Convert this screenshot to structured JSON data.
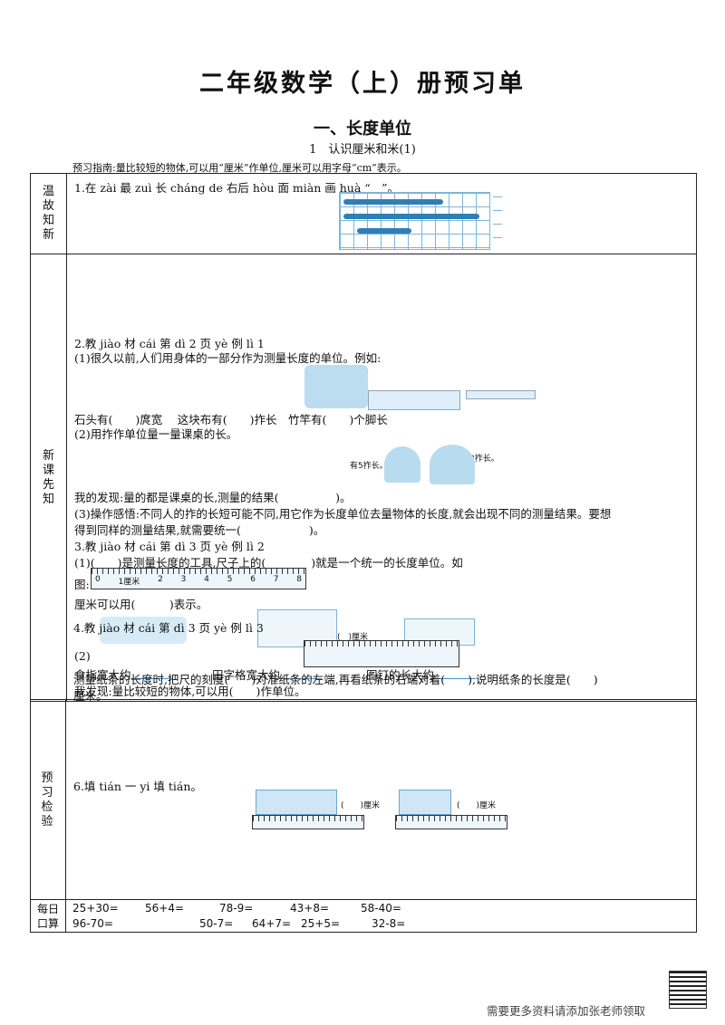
{
  "title": "二年级数学（上）册预习单",
  "unit": "一、长度单位",
  "lesson": "1　认识厘米和米(1)",
  "guide": "预习指南:量比较短的物体,可以用“厘米”作单位,厘米可以用字母“cm”表示。",
  "sections": {
    "review": {
      "label": "温故知新",
      "q1": "1.在 zài 最 zuì 长 cháng de 右后 hòu 面 miàn 画 huà “　”。"
    },
    "new": {
      "label": "新课先知",
      "q2": "2.教 jiào 材 cái 第 dì 2 页 yè 例 lì 1",
      "q2_1": "(1)很久以前,人们用身体的一部分作为测量长度的单位。例如:",
      "q2_1a": "石头有(　　)庹宽　 这块布有(　　)拃长　竹竿有(　　)个脚长",
      "q2_2": "(2)用拃作单位量一量课桌的长。",
      "q2_bubble1": "有5拃长。",
      "q2_bubble2": "有3拃长。",
      "q2_find": "我的发现:量的都是课桌的长,测量的结果(　　　　　)。",
      "q2_3a": "(3)操作感悟:不同人的拃的长短可能不同,用它作为长度单位去量物体的长度,就会出现不同的测量结果。要想",
      "q2_3b": "得到同样的测量结果,就需要统一(　　　　　　)。",
      "q3": "3.教 jiào 材 cái 第 dì 3 页 yè 例 lì 2",
      "q3_1": "(1)(　　)是测量长度的工具,尺子上的(　　　　)就是一个统一的长度单位。如",
      "q3_fig": "图:",
      "q3_cm": "厘米可以用(　　　)表示。",
      "q3_2": "(2)",
      "q3_2a": "食指宽大约",
      "q3_2b": "田字格宽大约",
      "q3_2c": "图钉的长大约",
      "q3_find": "我发现:量比较短的物体,可以用(　　)作单位。",
      "q4": "4.教 jiào 材 cái 第 dì 3 页 yè 例 lì 3",
      "q4_label": "(　)厘米",
      "q4_a": "测量纸条的长度时,把尺的刻度(　　)对准纸条的左端,再看纸条的右端对着(　　),说明纸条的长度是(　　)",
      "q4_b": "厘米。",
      "ruler_nums": [
        "0",
        "1厘米",
        "2",
        "3",
        "4",
        "5",
        "6",
        "7",
        "8"
      ]
    },
    "check": {
      "label": "预习检验",
      "q6": "6.填 tián 一 yi 填 tián。",
      "blank1": "(　　)厘米",
      "blank2": "(　　)厘米"
    },
    "daily": {
      "label": "每日口算",
      "row1": [
        "25+30=",
        "56+4=",
        "78-9=",
        "43+8=",
        "58-40="
      ],
      "row2": [
        "96-70=",
        "50-7=",
        "64+7=",
        "25+5=",
        "32-8="
      ]
    }
  },
  "footer": "需要更多资料请添加张老师领取"
}
